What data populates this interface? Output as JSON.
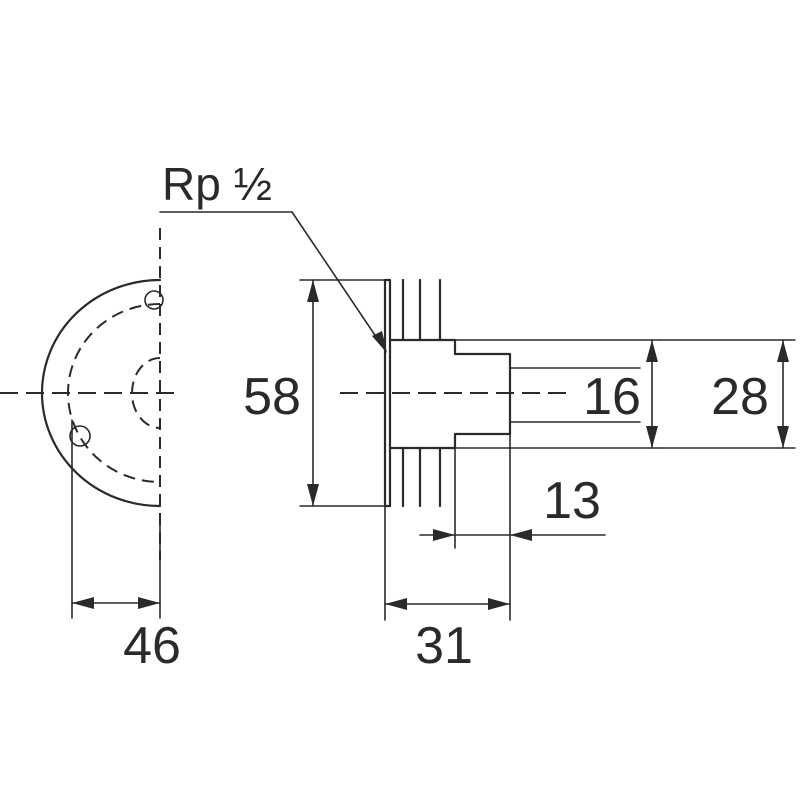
{
  "annotations": {
    "thread": "Rp ½"
  },
  "dimensions": {
    "width_side": "46",
    "height_body": "58",
    "depth_total": "31",
    "thread_length": "13",
    "inner_diameter": "16",
    "outer_diameter": "28"
  }
}
